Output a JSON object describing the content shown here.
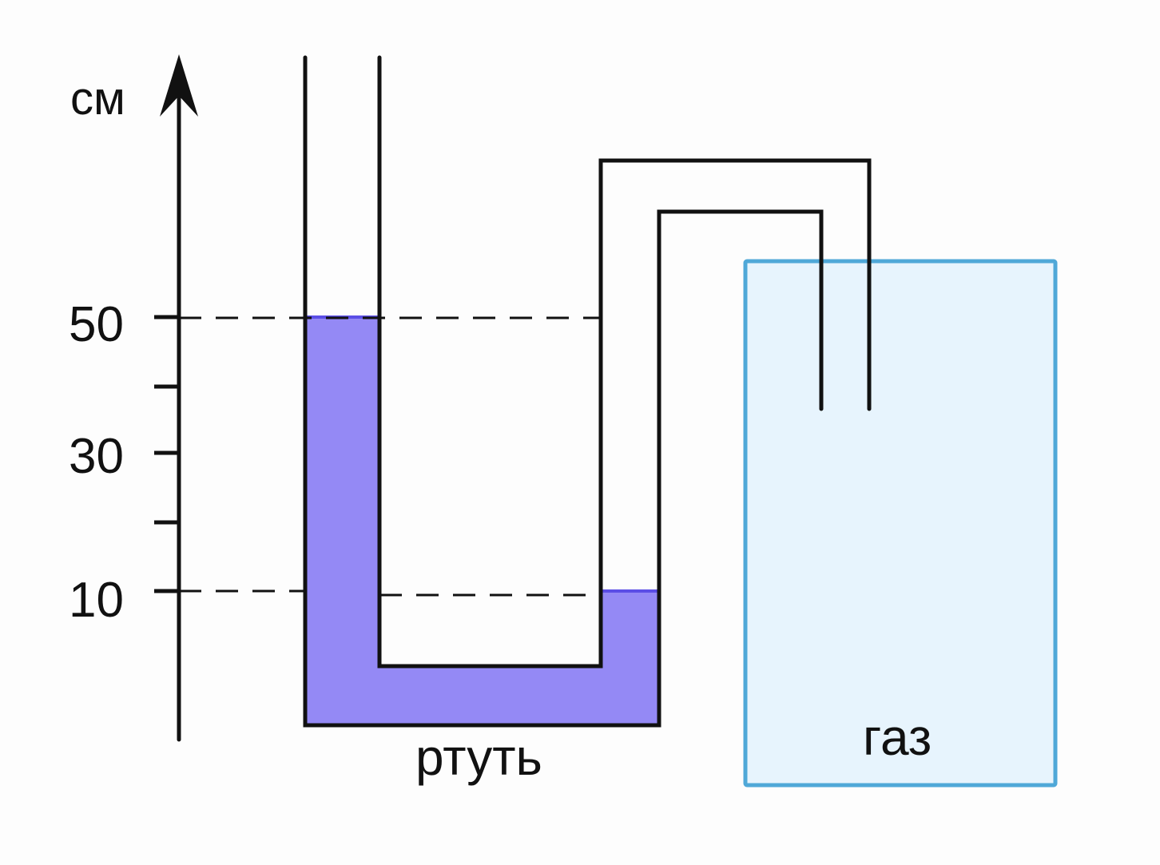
{
  "axis": {
    "unit_label": "см",
    "ticks": [
      {
        "label": "50"
      },
      {
        "label": ""
      },
      {
        "label": "30"
      },
      {
        "label": ""
      },
      {
        "label": "10"
      }
    ]
  },
  "labels": {
    "mercury": "ртуть",
    "gas": "газ"
  },
  "colors": {
    "mercury_fill": "#9489f5",
    "mercury_surface": "#5b4ee6",
    "gas_fill": "#e7f4fd",
    "gas_stroke": "#4fa8d8",
    "line": "#111111"
  }
}
